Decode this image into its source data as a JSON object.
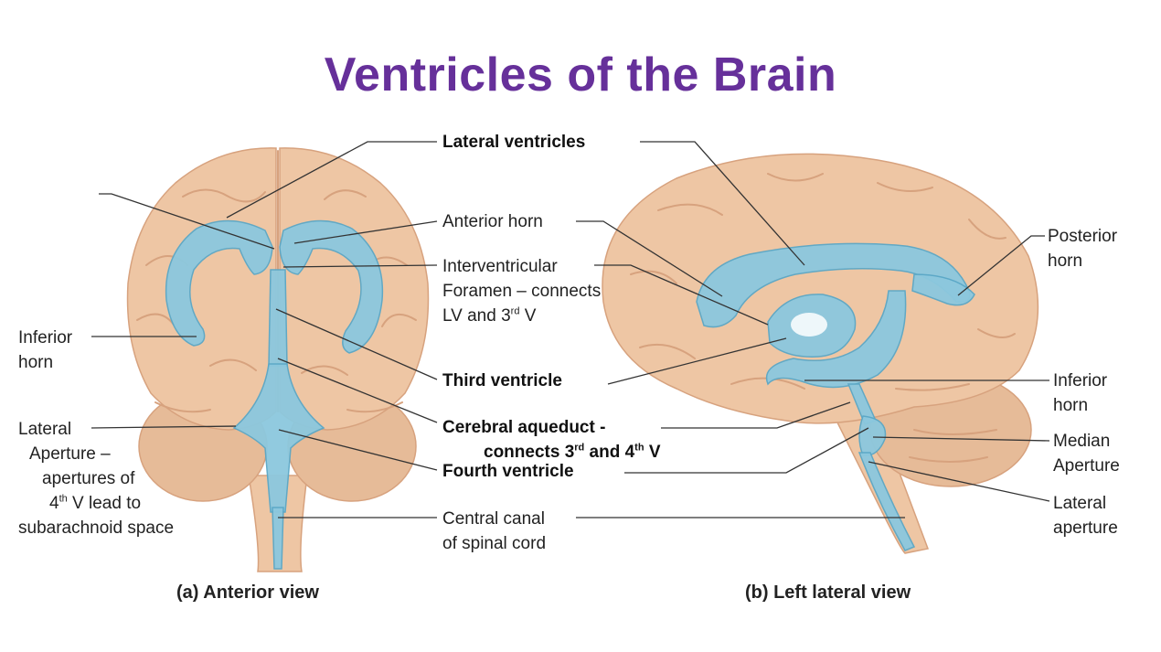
{
  "title": "Ventricles of the Brain",
  "colors": {
    "title": "#66309a",
    "ventricle": "#8cc8de",
    "ventricle_edge": "#5aa7c6",
    "brain": "#eec6a4",
    "brain_dark": "#d7a27e",
    "cerebellum": "#e6bb98",
    "leader": "#333333"
  },
  "center_labels": {
    "lateral_ventricles": "Lateral ventricles",
    "anterior_horn": "Anterior horn",
    "interventricular": {
      "line1": "Interventricular",
      "line2": "Foramen – connects",
      "line3_pre": "LV and 3",
      "line3_sup": "rd",
      "line3_post": " V"
    },
    "third_ventricle": "Third ventricle",
    "cerebral_aqueduct": {
      "line1": "Cerebral aqueduct -",
      "line2_pre": "connects 3",
      "line2_sup1": "rd",
      "line2_mid": " and 4",
      "line2_sup2": "th",
      "line2_post": " V"
    },
    "fourth_ventricle": "Fourth ventricle",
    "central_canal": {
      "line1": "Central canal",
      "line2": "of spinal cord"
    }
  },
  "left_labels": {
    "inferior_horn": {
      "line1": "Inferior",
      "line2": "horn"
    },
    "lateral_aperture": {
      "line1": "Lateral",
      "line2": "Aperture –",
      "line3": "apertures of",
      "line4_pre": "4",
      "line4_sup": "th",
      "line4_post": " V lead to",
      "line5": "subarachnoid space"
    }
  },
  "right_labels": {
    "posterior_horn": {
      "line1": "Posterior",
      "line2": "horn"
    },
    "inferior_horn": {
      "line1": "Inferior",
      "line2": "horn"
    },
    "median_aperture": {
      "line1": "Median",
      "line2": "Aperture"
    },
    "lateral_aperture": {
      "line1": "Lateral",
      "line2": "aperture"
    }
  },
  "captions": {
    "anterior": "(a) Anterior view",
    "lateral": "(b) Left lateral view"
  }
}
